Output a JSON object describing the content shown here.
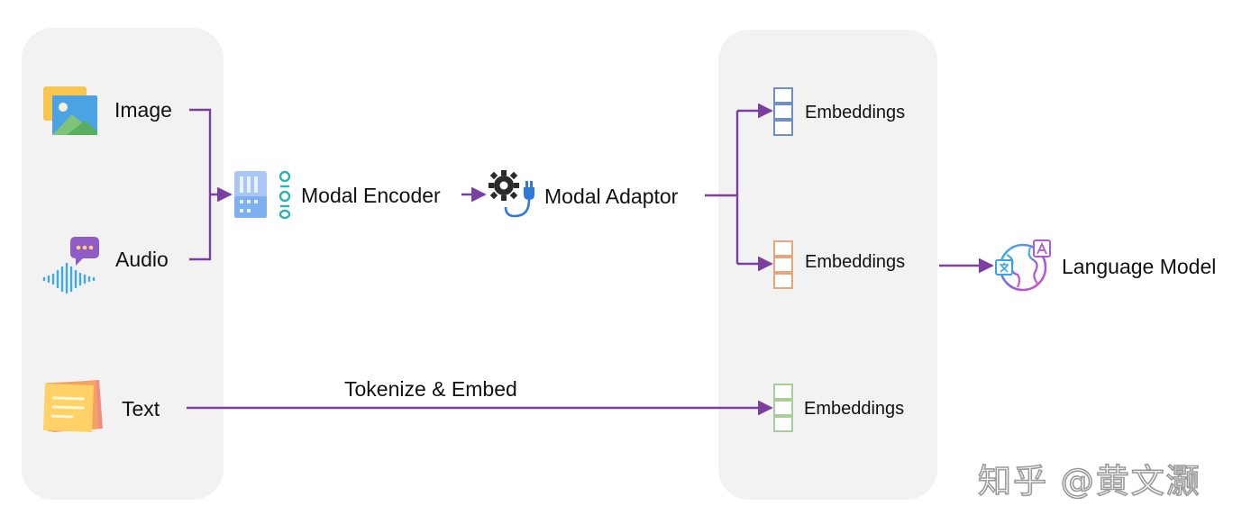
{
  "inputs": {
    "image": "Image",
    "audio": "Audio",
    "text": "Text"
  },
  "pipeline": {
    "encoder": "Modal Encoder",
    "adaptor": "Modal Adaptor",
    "tokenize": "Tokenize & Embed"
  },
  "outputs": {
    "embeddings_1": "Embeddings",
    "embeddings_2": "Embeddings",
    "embeddings_3": "Embeddings",
    "language_model": "Language Model"
  },
  "watermark": "知乎 @黄文灏",
  "colors": {
    "arrow": "#7b3fa0",
    "panel": "#f2f2f2",
    "embeddings_1": "#6f8fc9",
    "embeddings_2": "#e6a77c",
    "embeddings_3": "#a8cf9a"
  }
}
